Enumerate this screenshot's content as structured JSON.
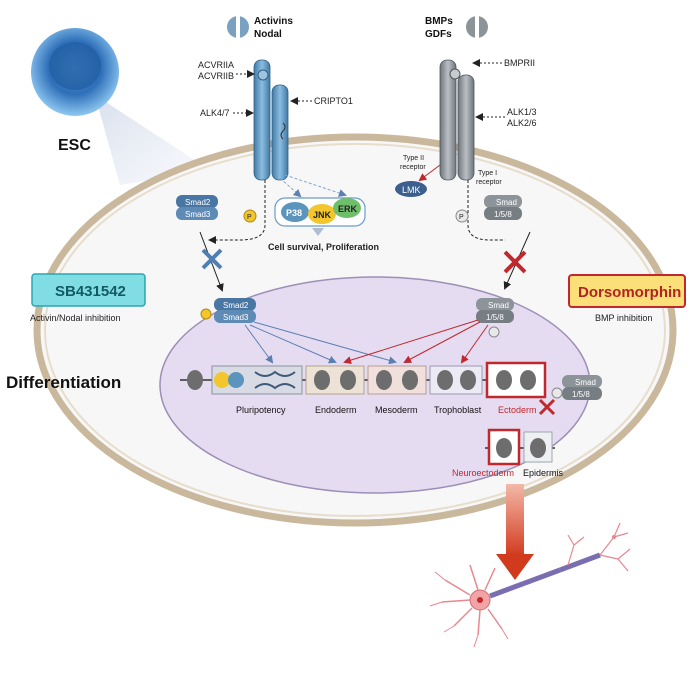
{
  "ligands": {
    "left": {
      "line1": "Activins",
      "line2": "Nodal"
    },
    "right": {
      "line1": "BMPs",
      "line2": "GDFs"
    }
  },
  "receptors": {
    "acvr2a": "ACVRIIA",
    "acvr2b": "ACVRIIB",
    "alk47": "ALK4/7",
    "cripto": "CRIPTO1",
    "bmpr2": "BMPRII",
    "alk13": "ALK1/3",
    "alk26": "ALK2/6",
    "type2_l1": "Type II",
    "type2_l2": "receptor",
    "type1_l1": "Type I",
    "type1_l2": "receptor"
  },
  "cell": {
    "esc_label": "ESC",
    "differentiation_label": "Differentiation"
  },
  "pathways": {
    "p38": "P38",
    "jnk": "JNK",
    "erk": "ERK",
    "survival": "Cell survival, Proliferation",
    "lmk": "LMK",
    "phospho": "P"
  },
  "smads": {
    "smad2": "Smad2",
    "smad3": "Smad3",
    "smad": "Smad",
    "smad158": "1/5/8"
  },
  "inhibitors": {
    "left_name": "SB431542",
    "left_desc": "Activin/Nodal inhibition",
    "right_name": "Dorsomorphin",
    "right_desc": "BMP inhibition"
  },
  "genes": {
    "pluripotency": "Pluripotency",
    "endoderm": "Endoderm",
    "mesoderm": "Mesoderm",
    "trophoblast": "Trophoblast",
    "ectoderm": "Ectoderm",
    "neuroectoderm": "Neuroectoderm",
    "epidermis": "Epidermis"
  },
  "colors": {
    "activin_blue": "#5b95bd",
    "bmp_gray": "#8c9399",
    "inhibit_red": "#c0282d",
    "nucleus": "#e6dcf2",
    "sb_fill": "#7fdde3",
    "dorso_fill": "#fbe07a"
  }
}
